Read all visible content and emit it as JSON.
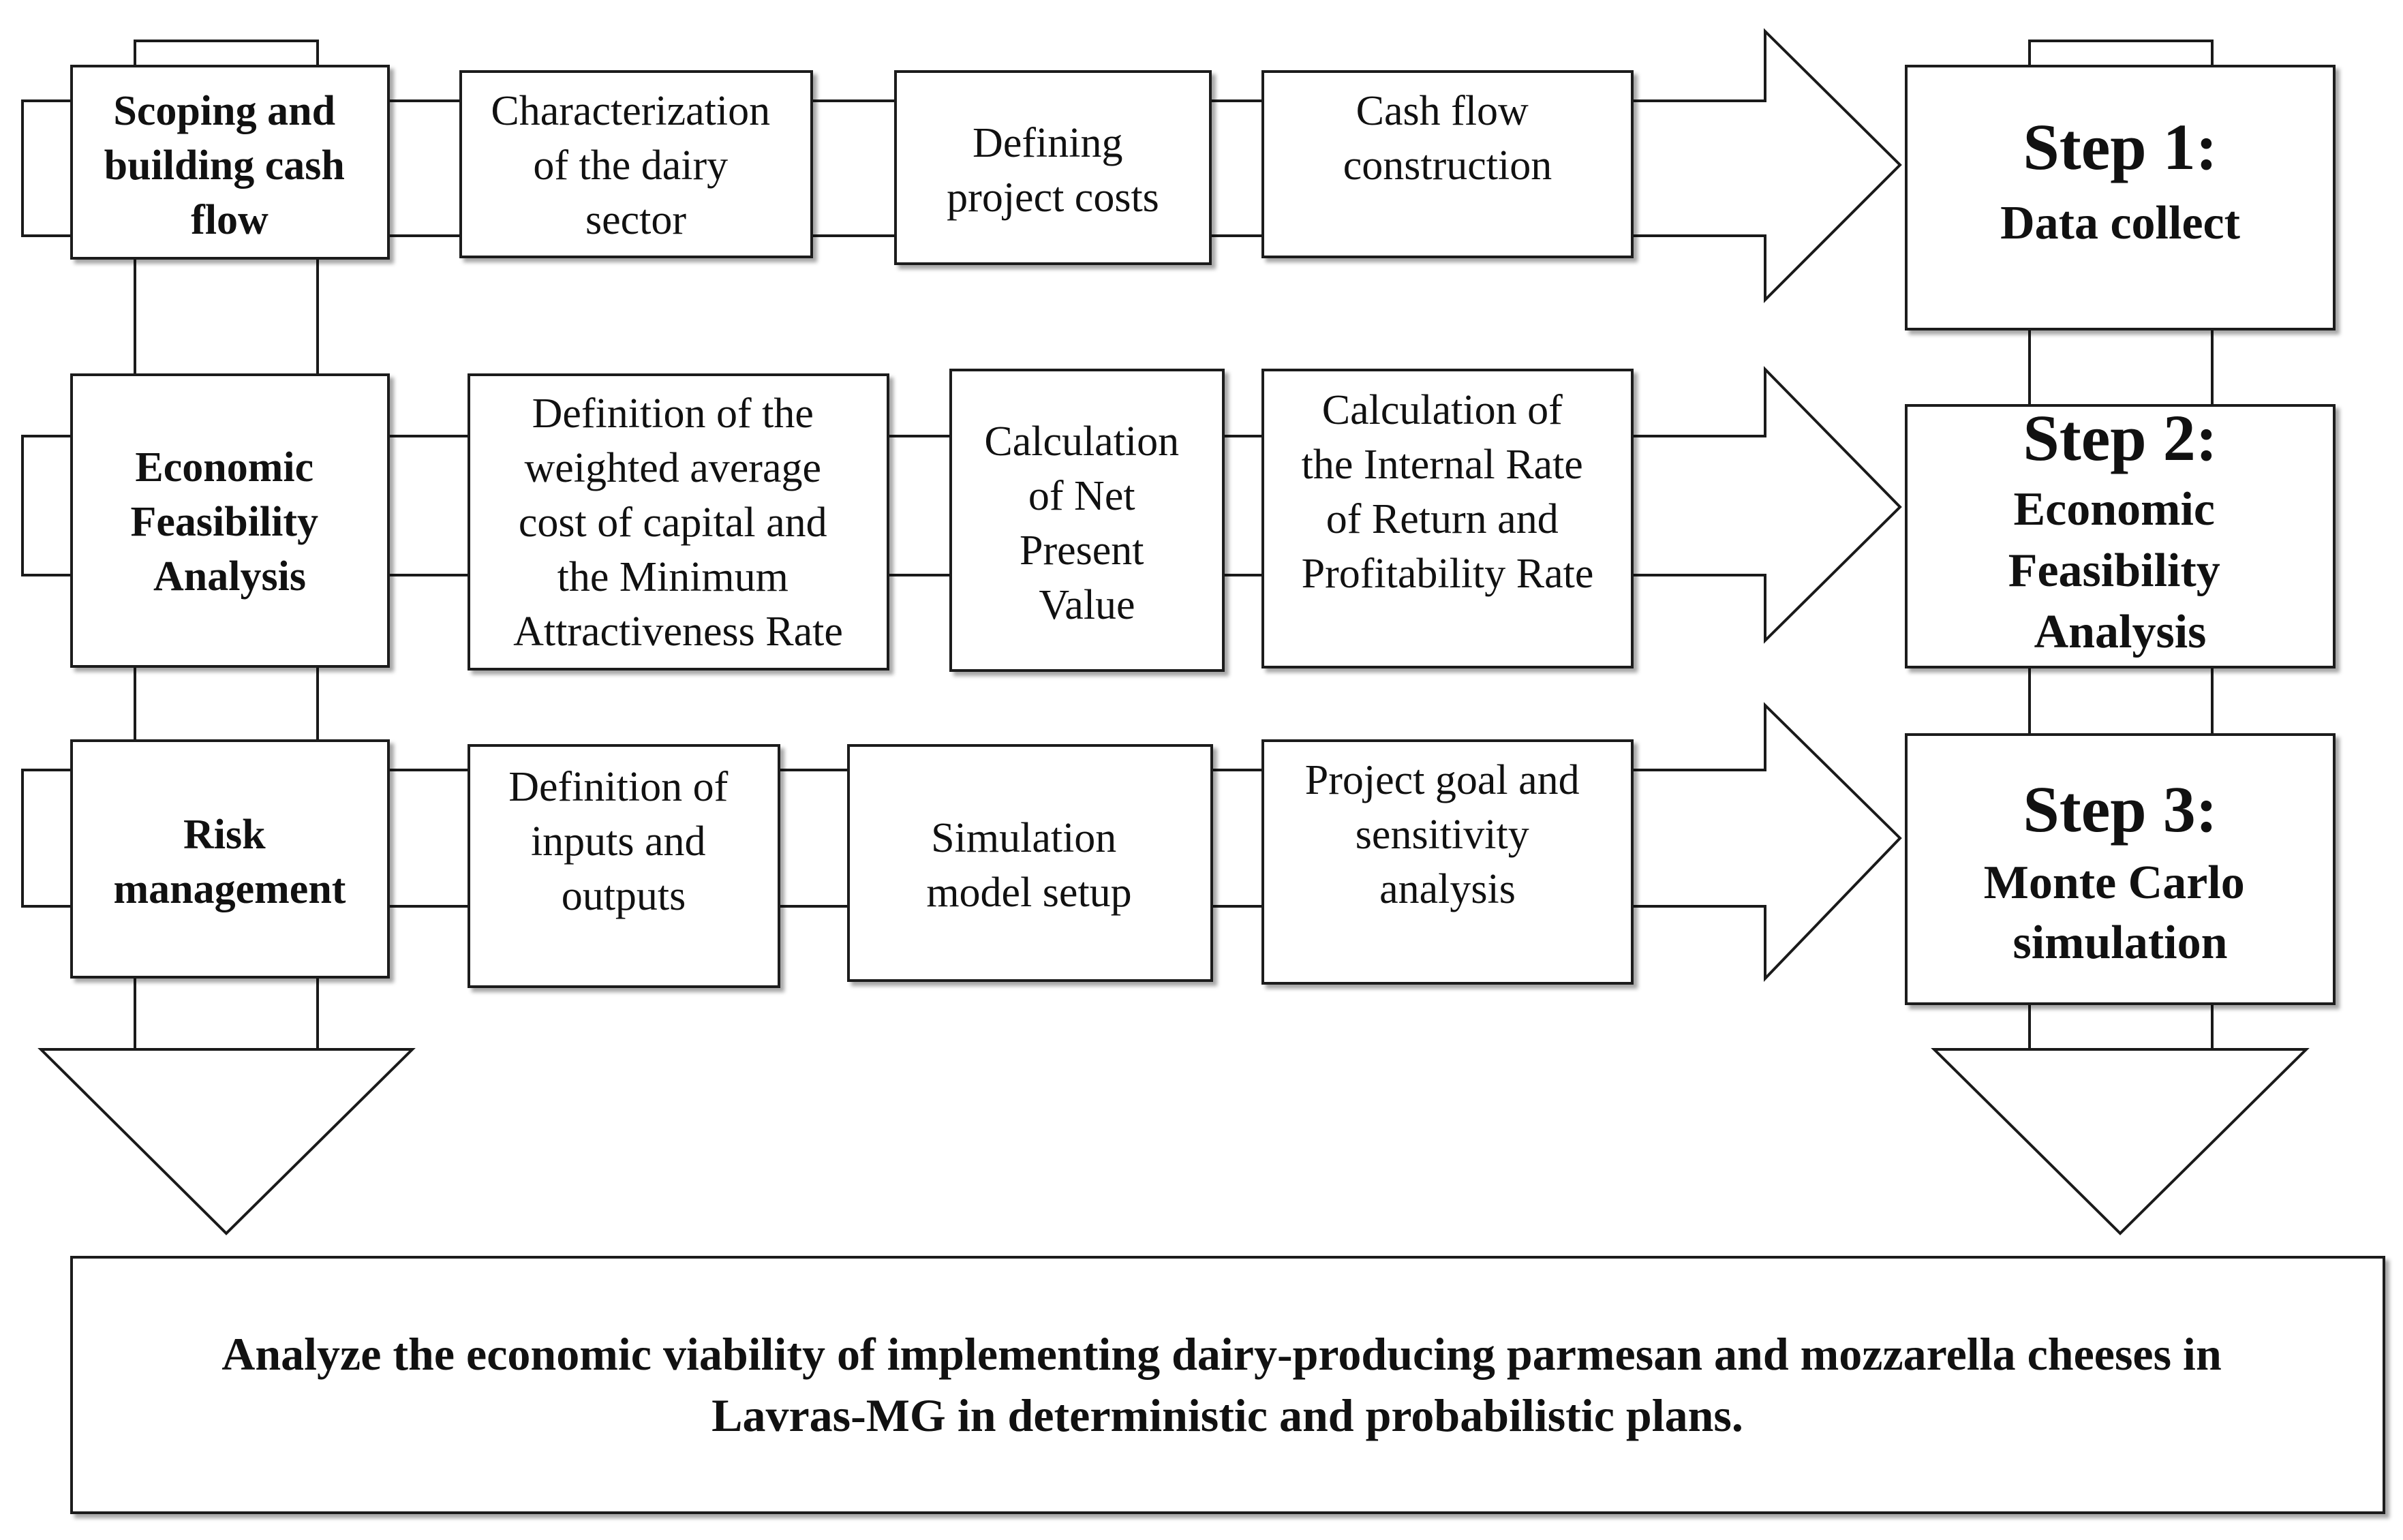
{
  "colors": {
    "stroke": "#1a1a1a",
    "fill": "#ffffff",
    "text": "#111111"
  },
  "rows": [
    {
      "category": [
        "Scoping and",
        "building cash",
        "flow"
      ],
      "tasks": [
        [
          "Characterization",
          "of the dairy",
          "sector"
        ],
        [
          "Defining",
          "project costs"
        ],
        [
          "Cash flow",
          "construction"
        ]
      ],
      "step": {
        "title": "Step 1:",
        "subtitle": [
          "Data collect"
        ]
      }
    },
    {
      "category": [
        "Economic",
        "Feasibility",
        "Analysis"
      ],
      "tasks": [
        [
          "Definition of the",
          "weighted average",
          "cost of capital and",
          "the Minimum",
          "Attractiveness Rate"
        ],
        [
          "Calculation",
          "of Net",
          "Present",
          "Value"
        ],
        [
          "Calculation of",
          "the Internal Rate",
          "of Return and",
          "Profitability Rate"
        ]
      ],
      "step": {
        "title": "Step 2:",
        "subtitle": [
          "Economic",
          "Feasibility",
          "Analysis"
        ]
      }
    },
    {
      "category": [
        "Risk",
        "management"
      ],
      "tasks": [
        [
          "Definition of",
          "inputs and",
          "outputs"
        ],
        [
          "Simulation",
          "model setup"
        ],
        [
          "Project goal and",
          "sensitivity",
          "analysis"
        ]
      ],
      "step": {
        "title": "Step 3:",
        "subtitle": [
          "Monte Carlo",
          "simulation"
        ]
      }
    }
  ],
  "goal": [
    "Analyze the economic viability of implementing dairy-producing parmesan and mozzarella cheeses in",
    "Lavras-MG in deterministic and probabilistic plans."
  ]
}
